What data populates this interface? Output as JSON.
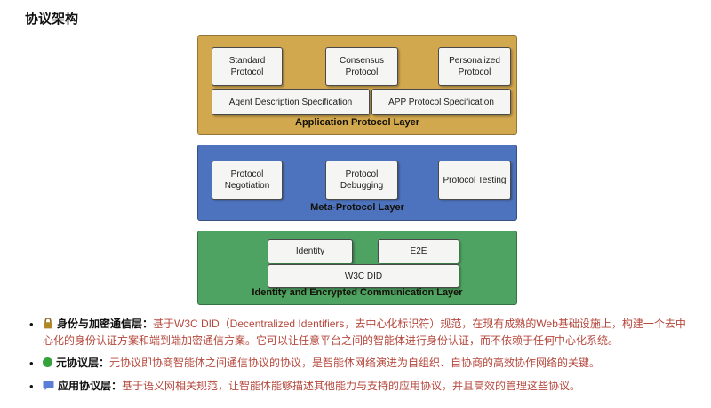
{
  "title": "协议架构",
  "colors": {
    "app_layer_bg": "#D2A84F",
    "meta_layer_bg": "#4E73BE",
    "identity_layer_bg": "#4EA262",
    "body_text": "#B5473C",
    "lock_icon": "#B08828",
    "green_icon": "#35A23C",
    "chat_icon": "#5B7FD6"
  },
  "app_layer": {
    "label": "Application Protocol Layer",
    "boxes_row1": [
      "Standard Protocol",
      "Consensus Protocol",
      "Personalized Protocol"
    ],
    "boxes_row2": [
      "Agent Description Specification",
      "APP Protocol  Specification"
    ]
  },
  "meta_layer": {
    "label": "Meta-Protocol Layer",
    "boxes": [
      "Protocol Negotiation",
      "Protocol Debugging",
      "Protocol Testing"
    ]
  },
  "identity_layer": {
    "label": "Identity and Encrypted Communication Layer",
    "boxes_row1": [
      "Identity",
      "E2E"
    ],
    "boxes_row2": [
      "W3C DID"
    ]
  },
  "bullets": [
    {
      "icon": "lock-icon",
      "label": "身份与加密通信层：",
      "text": "基于W3C DID（Decentralized Identifiers，去中心化标识符）规范，在现有成熟的Web基础设施上，构建一个去中心化的身份认证方案和端到端加密通信方案。它可以让任意平台之间的智能体进行身份认证，而不依赖于任何中心化系统。"
    },
    {
      "icon": "green-circle-icon",
      "label": "元协议层：",
      "text": "元协议即协商智能体之间通信协议的协议，是智能体网络演进为自组织、自协商的高效协作网络的关键。"
    },
    {
      "icon": "chat-icon",
      "label": "应用协议层：",
      "text": "基于语义网相关规范，让智能体能够描述其他能力与支持的应用协议，并且高效的管理这些协议。"
    }
  ]
}
